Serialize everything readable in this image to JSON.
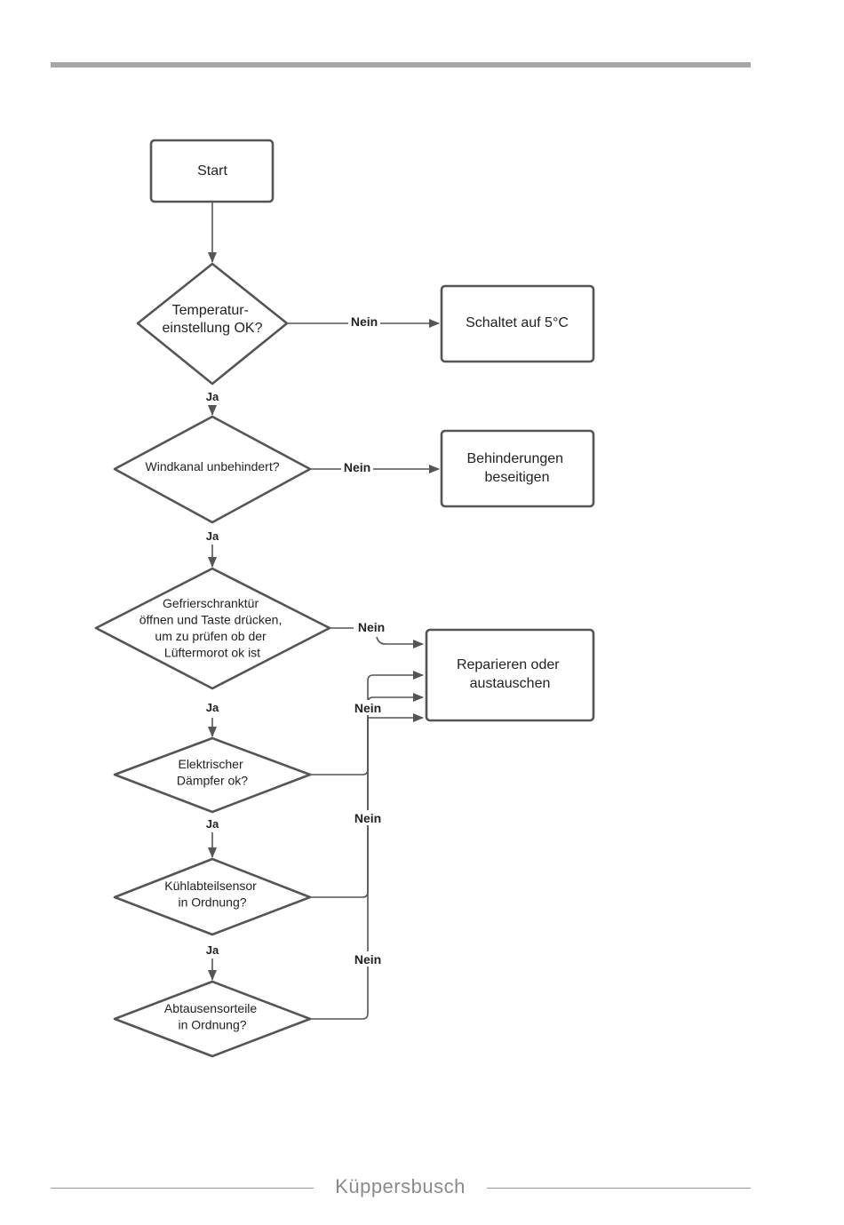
{
  "flowchart": {
    "nodes": {
      "start": [
        "Start"
      ],
      "q_temperature": [
        "Temperatur-",
        "einstellung OK?"
      ],
      "a_set_5c": [
        "Schaltet auf 5°C"
      ],
      "q_air_duct": [
        "Windkanal unbehindert?"
      ],
      "a_remove_obstruction": [
        "Behinderungen",
        "beseitigen"
      ],
      "q_freezer_fan": [
        "Gefrierschranktür",
        "öffnen und Taste drücken,",
        "um zu prüfen ob der",
        "Lüftermorot ok ist"
      ],
      "a_repair": [
        "Reparieren oder",
        "austauschen"
      ],
      "q_damper": [
        "Elektrischer",
        "Dämpfer ok?"
      ],
      "q_fridge_sensor": [
        "Kühlabteilsensor",
        "in Ordnung?"
      ],
      "q_defrost_sensor": [
        "Abtausensorteile",
        "in Ordnung?"
      ]
    },
    "labels": {
      "yes": "Ja",
      "no": "Nein"
    }
  },
  "footer": {
    "brand": "Küppersbusch"
  },
  "colors": {
    "stroke": "#555555",
    "text": "#222222",
    "rule": "#a7a7a7"
  }
}
